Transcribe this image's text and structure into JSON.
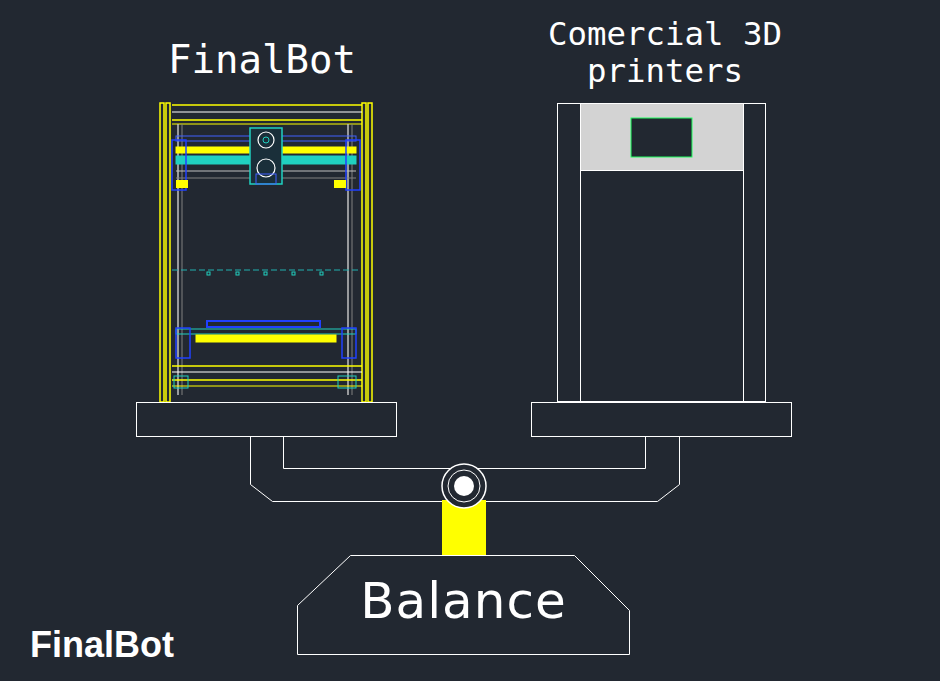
{
  "diagram": {
    "nodes": [
      {
        "text": [
          "FinalBot"
        ]
      },
      {
        "text": [
          "Comercial 3D printers"
        ]
      },
      {
        "text": [
          "Balance"
        ]
      }
    ],
    "labels": [
      "FinalBot"
    ]
  }
}
